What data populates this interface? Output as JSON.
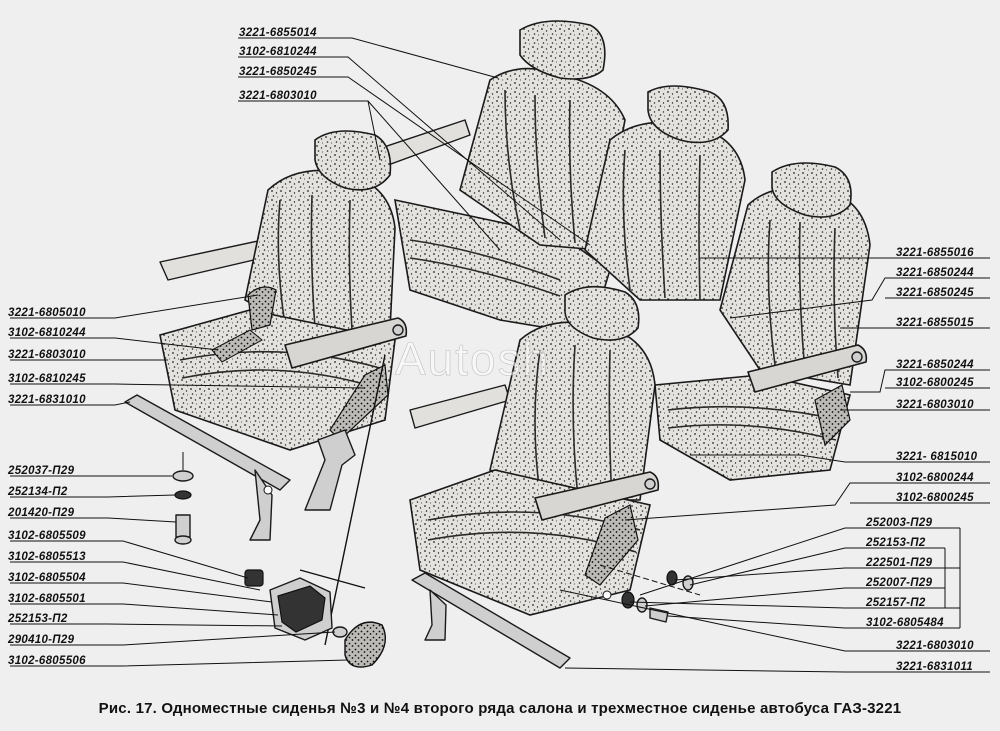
{
  "caption": "Рис. 17. Одноместные сиденья №3 и №4 второго ряда салона и трехместное сиденье автобуса ГАЗ-3221",
  "watermark": "Autosh",
  "labels": {
    "l_3221_6855014": "3221-6855014",
    "l_3102_6810244_top": "3102-6810244",
    "l_3221_6850245_top": "3221-6850245",
    "l_3221_6803010_top": "3221-6803010",
    "l_3221_6805010": "3221-6805010",
    "l_3102_6810244_left": "3102-6810244",
    "l_3221_6803010_left": "3221-6803010",
    "l_3102_6810245": "3102-6810245",
    "l_3221_6831010": "3221-6831010",
    "l_252037_p29": "252037-П29",
    "l_252134_p2": "252134-П2",
    "l_201420_p29": "201420-П29",
    "l_3102_6805509": "3102-6805509",
    "l_3102_6805513": "3102-6805513",
    "l_3102_6805504": "3102-6805504",
    "l_3102_6805501": "3102-6805501",
    "l_252153_p2_left": "252153-П2",
    "l_290410_p29": "290410-П29",
    "l_3102_6805506": "3102-6805506",
    "l_3221_6855016": "3221-6855016",
    "l_3221_6850244_r1": "3221-6850244",
    "l_3221_6850245_r1": "3221-6850245",
    "l_3221_6855015": "3221-6855015",
    "l_3221_6850244_r2": "3221-6850244",
    "l_3102_6800245_r": "3102-6800245",
    "l_3221_6803010_r": "3221-6803010",
    "l_3221_6815010": "3221- 6815010",
    "l_3102_6800244": "3102-6800244",
    "l_3102_6800245_r2": "3102-6800245",
    "l_252003_p29": "252003-П29",
    "l_252153_p2_right": "252153-П2",
    "l_222501_p29": "222501-П29",
    "l_252007_p29": "252007-П29",
    "l_252157_p2": "252157-П2",
    "l_3102_6805484": "3102-6805484",
    "l_3221_6803010_bottom": "3221-6803010",
    "l_3221_6831011": "3221-6831011"
  }
}
